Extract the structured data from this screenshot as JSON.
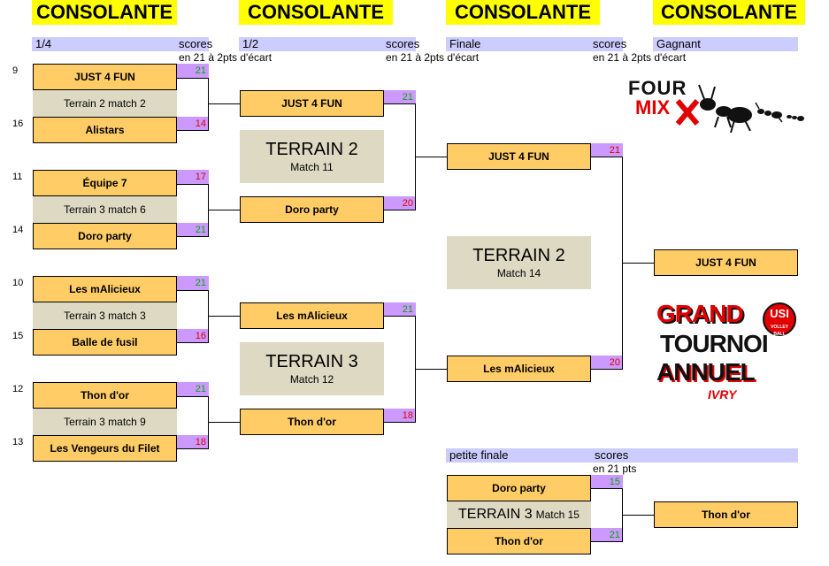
{
  "headers": [
    "CONSOLANTE",
    "CONSOLANTE",
    "CONSOLANTE",
    "CONSOLANTE"
  ],
  "round_labels": {
    "r1": "1/4",
    "r2": "1/2",
    "r3": "Finale",
    "winner": "Gagnant",
    "petite": "petite finale",
    "scores": "scores",
    "rule": "en 21  à 2pts d'écart",
    "rule_pf": "en 21 pts"
  },
  "quarters": [
    {
      "seed_a": "9",
      "team_a": "JUST 4 FUN",
      "score_a": "21",
      "match": "Terrain 2 match 2",
      "seed_b": "16",
      "team_b": "Alistars",
      "score_b": "14"
    },
    {
      "seed_a": "11",
      "team_a": "Équipe 7",
      "score_a": "17",
      "match": "Terrain 3 match 6",
      "seed_b": "14",
      "team_b": "Doro party",
      "score_b": "21"
    },
    {
      "seed_a": "10",
      "team_a": "Les mAlicieux",
      "score_a": "21",
      "match": "Terrain 3 match 3",
      "seed_b": "15",
      "team_b": "Balle de fusil",
      "score_b": "16"
    },
    {
      "seed_a": "12",
      "team_a": "Thon d'or",
      "score_a": "21",
      "match": "Terrain 3 match 9",
      "seed_b": "13",
      "team_b": "Les Vengeurs du Filet",
      "score_b": "18"
    }
  ],
  "semis": [
    {
      "team_a": "JUST 4 FUN",
      "score_a": "21",
      "terrain": "TERRAIN 2",
      "match": "Match 11",
      "team_b": "Doro party",
      "score_b": "20"
    },
    {
      "team_a": "Les mAlicieux",
      "score_a": "21",
      "terrain": "TERRAIN 3",
      "match": "Match 12",
      "team_b": "Thon d'or",
      "score_b": "18"
    }
  ],
  "final": {
    "team_a": "JUST 4 FUN",
    "score_a": "21",
    "terrain": "TERRAIN 2",
    "match": "Match 14",
    "team_b": "Les mAlicieux",
    "score_b": "20"
  },
  "winner": "JUST 4 FUN",
  "petite_finale": {
    "team_a": "Doro party",
    "score_a": "15",
    "terrain": "TERRAIN 3",
    "match": "Match 15",
    "team_b": "Thon d'or",
    "score_b": "21",
    "winner": "Thon d'or"
  },
  "logos": {
    "fourmix": {
      "top": "FOUR",
      "bottom": "MIX"
    },
    "tournoi": {
      "line1": "GRAND",
      "line2": "TOURNOI",
      "line3": "ANNUEL",
      "sub": "IVRY",
      "badge": "USI",
      "badge_sub": "VOLLEY BALL"
    }
  },
  "colors": {
    "header": "#ffff00",
    "round_label": "#ccccff",
    "team": "#ffcc66",
    "info": "#ddd9c3",
    "score": "#cc99ff",
    "win": "#00aa00",
    "lose": "#e00000"
  }
}
